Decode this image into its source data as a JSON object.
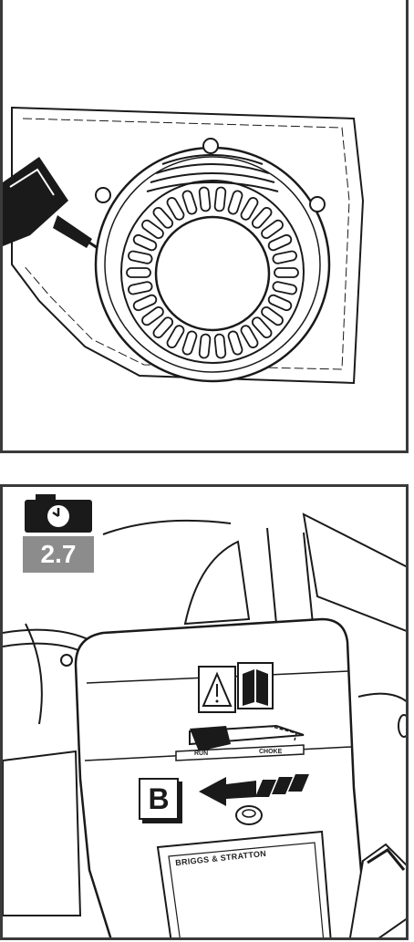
{
  "figure_top": {
    "name": "recoil-starter-illustration"
  },
  "figure_bottom": {
    "photo_ref": "2.7",
    "callout_letter": "B",
    "lever_labels": {
      "run": "RUN",
      "choke": "CHOKE"
    },
    "brand_text": "BRIGGS & STRATTON"
  },
  "icons": [
    "camera-icon",
    "warning-icon",
    "manual-icon",
    "arrow-left-icon",
    "screwdriver-icon"
  ],
  "colors": {
    "line": "#1a1a1a",
    "badge": "#8c8c8c",
    "shade": "#a0a0a0"
  }
}
